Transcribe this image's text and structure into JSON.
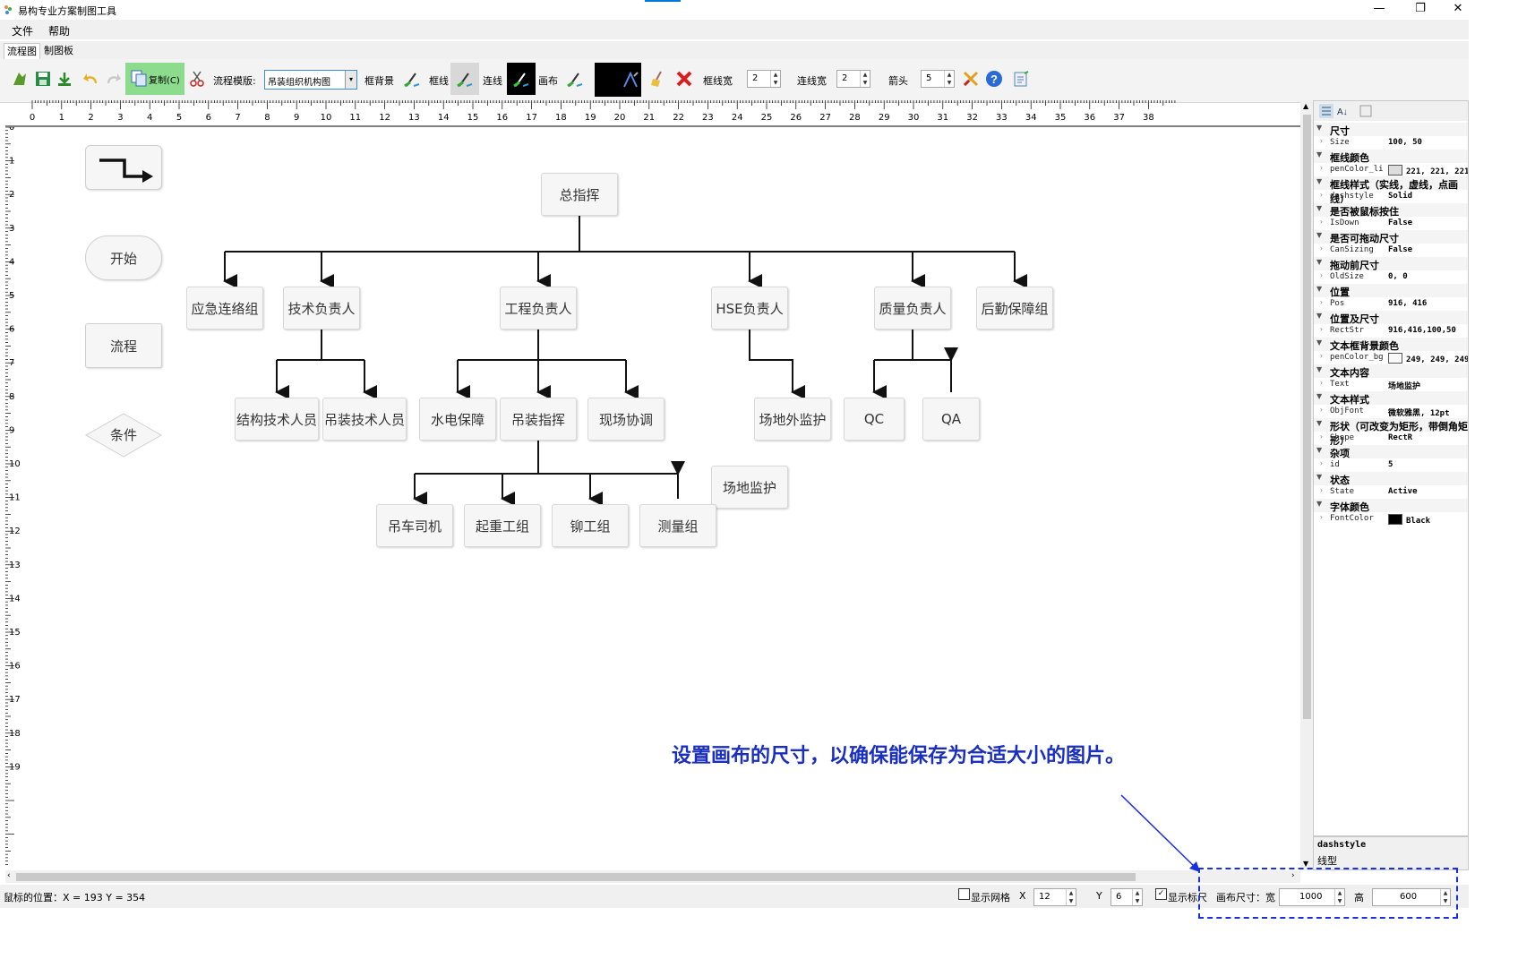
{
  "window": {
    "title": "易构专业方案制图工具",
    "minimize": "—",
    "restore": "❐",
    "close": "✕"
  },
  "menu": {
    "items": [
      "文件",
      "帮助"
    ]
  },
  "tabs": [
    "流程图",
    "制图板"
  ],
  "toolbar": {
    "copy_label": "复制(C)",
    "template_label": "流程模版:",
    "template_value": "吊装组织机构图",
    "frame_bg_label": "框背景",
    "frame_line_label": "框线",
    "connector_label": "连线",
    "canvas_label": "画布",
    "frame_width_label": "框线宽",
    "frame_width_value": "2",
    "line_width_label": "连线宽",
    "line_width_value": "2",
    "arrow_label": "箭头",
    "arrow_value": "5"
  },
  "ruler": {
    "top": [
      "0",
      "1",
      "2",
      "3",
      "4",
      "5",
      "6",
      "7",
      "8",
      "9",
      "10",
      "11",
      "12",
      "13",
      "14",
      "15",
      "16",
      "17",
      "18",
      "19",
      "20",
      "21",
      "22",
      "23",
      "24",
      "25",
      "26",
      "27",
      "28",
      "29",
      "30",
      "31",
      "32",
      "33",
      "34",
      "35",
      "36",
      "37",
      "38"
    ],
    "left": [
      "0",
      "1",
      "2",
      "3",
      "4",
      "5",
      "6",
      "7",
      "8",
      "9",
      "10",
      "11",
      "12",
      "13",
      "14",
      "15",
      "16",
      "17",
      "18",
      "19"
    ]
  },
  "palette": {
    "start": "开始",
    "process": "流程",
    "condition": "条件"
  },
  "chart": {
    "nodes": [
      {
        "id": "root",
        "label": "总指挥"
      },
      {
        "id": "n1",
        "label": "应急连络组"
      },
      {
        "id": "n2",
        "label": "技术负责人"
      },
      {
        "id": "n3",
        "label": "工程负责人"
      },
      {
        "id": "n4",
        "label": "HSE负责人"
      },
      {
        "id": "n5",
        "label": "质量负责人"
      },
      {
        "id": "n6",
        "label": "后勤保障组"
      },
      {
        "id": "n21",
        "label": "结构技术人员"
      },
      {
        "id": "n22",
        "label": "吊装技术人员"
      },
      {
        "id": "n31",
        "label": "水电保障"
      },
      {
        "id": "n32",
        "label": "吊装指挥"
      },
      {
        "id": "n33",
        "label": "现场协调"
      },
      {
        "id": "n41",
        "label": "场地外监护"
      },
      {
        "id": "n51",
        "label": "QC"
      },
      {
        "id": "n52",
        "label": "QA"
      },
      {
        "id": "n7",
        "label": "场地监护"
      },
      {
        "id": "n321",
        "label": "吊车司机"
      },
      {
        "id": "n322",
        "label": "起重工组"
      },
      {
        "id": "n323",
        "label": "铆工组"
      },
      {
        "id": "n324",
        "label": "测量组"
      }
    ]
  },
  "propgrid": {
    "rows": [
      {
        "cat": "尺寸",
        "name": "Size",
        "value": "100, 50"
      },
      {
        "cat": "框线颜色",
        "name": "penColor_li:",
        "value": "221, 221, 221",
        "swatch": "#dddddd"
      },
      {
        "cat": "框线样式（实线，虚线，点画线）",
        "name": "dashstyle",
        "value": "Solid"
      },
      {
        "cat": "是否被鼠标按住",
        "name": "IsDown",
        "value": "False"
      },
      {
        "cat": "是否可拖动尺寸",
        "name": "CanSizing",
        "value": "False"
      },
      {
        "cat": "拖动前尺寸",
        "name": "OldSize",
        "value": "0, 0"
      },
      {
        "cat": "位置",
        "name": "Pos",
        "value": "916, 416"
      },
      {
        "cat": "位置及尺寸",
        "name": "RectStr",
        "value": "916,416,100,50"
      },
      {
        "cat": "文本框背景颜色",
        "name": "penColor_bg",
        "value": "249, 249, 249",
        "swatch": "#f9f9f9"
      },
      {
        "cat": "文本内容",
        "name": "Text",
        "value": "场地监护"
      },
      {
        "cat": "文本样式",
        "name": "ObjFont",
        "value": "微软雅黑, 12pt"
      },
      {
        "cat": "形状（可改变为矩形，带倒角矩形）",
        "name": "Shape",
        "value": "RectR"
      },
      {
        "cat": "杂项",
        "name": "id",
        "value": "5"
      },
      {
        "cat": "状态",
        "name": "State",
        "value": "Active"
      },
      {
        "cat": "字体颜色",
        "name": "FontColor",
        "value": "Black",
        "swatch": "#000000"
      }
    ],
    "help_title": "dashstyle",
    "help_text": "线型"
  },
  "status": {
    "mouse_pos": "鼠标的位置：X = 193 Y = 354",
    "show_grid": "显示网格",
    "x_label": "X",
    "x_value": "12",
    "y_label": "Y",
    "y_value": "6",
    "show_ruler": "显示标尺",
    "canvas_size_label": "画布尺寸：宽",
    "width_value": "1000",
    "height_label": "高",
    "height_value": "600"
  },
  "annotation": {
    "text": "设置画布的尺寸，以确保能保存为合适大小的图片。"
  },
  "colors": {
    "accent": "#0078d7",
    "annotation": "#1a2fbf",
    "node_bg": "#f6f6f6",
    "node_border": "#d8d8d8"
  }
}
